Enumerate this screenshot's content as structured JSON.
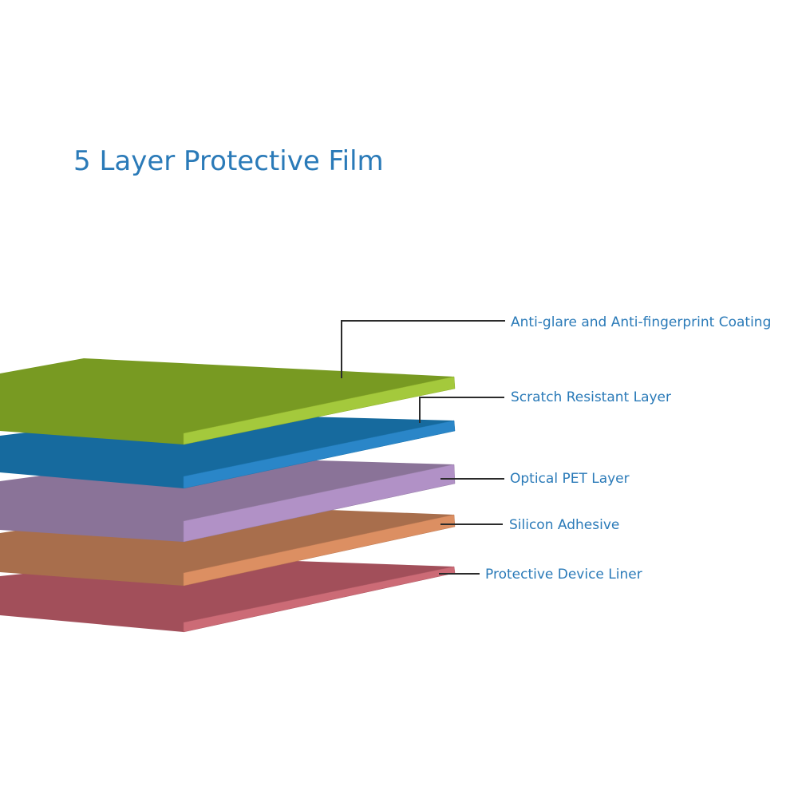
{
  "title": "5 Layer Protective Film",
  "colors": {
    "title_text": "#2a7ab8",
    "label_text": "#2a7ab8",
    "leader_line": "#2b2b2b"
  },
  "layers": [
    {
      "name": "Anti-glare and Anti-fingerprint Coating",
      "top_color": "#789a22",
      "front_color": "#a4c93c",
      "edge_color": "#8fb02d"
    },
    {
      "name": "Scratch Resistant Layer",
      "top_color": "#166a9e",
      "front_color": "#2a86c8",
      "edge_color": "#1f78b4"
    },
    {
      "name": "Optical PET Layer",
      "top_color": "#8a7398",
      "front_color": "#b191c6",
      "edge_color": "#9a80aa"
    },
    {
      "name": "Silicon Adhesive",
      "top_color": "#a86e4c",
      "front_color": "#dc8f62",
      "edge_color": "#c27d56"
    },
    {
      "name": "Protective Device Liner",
      "top_color": "#a24f5a",
      "front_color": "#cc6b76",
      "edge_color": "#b45c67"
    }
  ]
}
